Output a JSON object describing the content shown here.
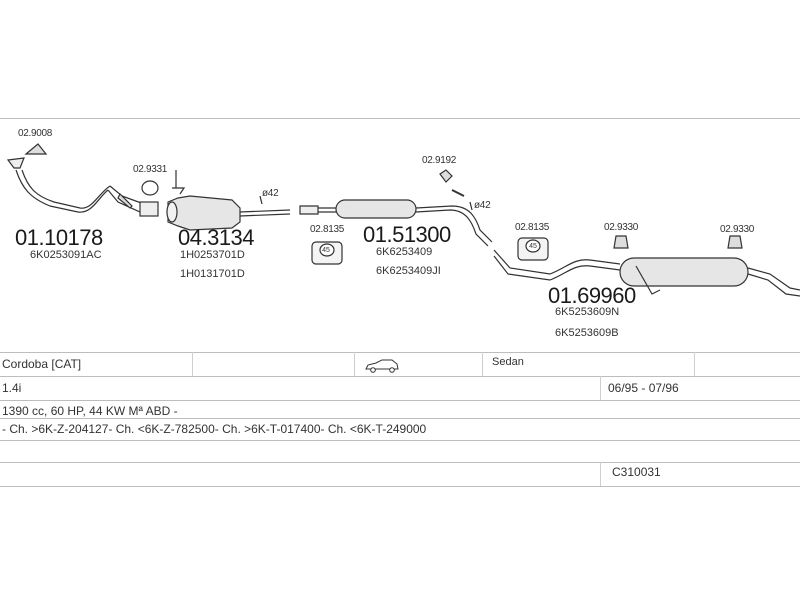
{
  "parts": {
    "clamp_a": "02.9008",
    "front_pipe": {
      "number": "01.10178",
      "oem": "6K0253091AC"
    },
    "gasket": "02.9331",
    "catalyst": {
      "number": "04.3134",
      "oem": [
        "1H0253701D",
        "1H0131701D"
      ]
    },
    "diam_cat": "ø42",
    "hanger_a": "02.8135",
    "middle_silencer": {
      "number": "01.51300",
      "oem": [
        "6K6253409",
        "6K6253409JI"
      ]
    },
    "clamp_b": "02.9192",
    "diam_mid": "ø42",
    "hanger_b": "02.8135",
    "mount_a": "02.9330",
    "mount_b": "02.9330",
    "rear_silencer": {
      "number": "01.69960",
      "oem": [
        "6K5253609N",
        "6K5253609B"
      ]
    }
  },
  "table": {
    "model": "Cordoba  [CAT]",
    "body": "Sedan",
    "engine": "1.4i",
    "years": "06/95 - 07/96",
    "specs": "1390 cc, 60 HP, 44 KW  Mª ABD  -",
    "chassis": "-  Ch.  >6K-Z-204127-  Ch.  <6K-Z-782500-  Ch.  >6K-T-017400-  Ch.  <6K-T-249000",
    "code": "C310031"
  },
  "icons": [
    "car-sedan-icon"
  ]
}
